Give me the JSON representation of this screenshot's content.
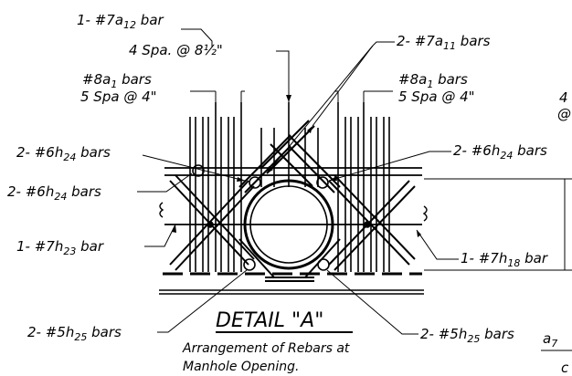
{
  "labels": {
    "top_bar": {
      "main": "1- #7a",
      "sub": "12",
      "tail": " bar"
    },
    "spacing_top": "4 Spa. @ 8½\"",
    "top_right": {
      "main": "2- #7a",
      "sub": "11",
      "tail": " bars"
    },
    "left_8a1": {
      "main": "#8a",
      "sub": "1",
      "tail": " bars"
    },
    "left_spa": "5 Spa @ 4\"",
    "right_8a1": {
      "main": "#8a",
      "sub": "1",
      "tail": " bars"
    },
    "right_spa": "5 Spa @ 4\"",
    "edge_a": "4",
    "edge_b": "@",
    "h24_left_upper": {
      "main": "2- #6h",
      "sub": "24",
      "tail": " bars"
    },
    "h24_right": {
      "main": "2- #6h",
      "sub": "24",
      "tail": " bars"
    },
    "h24_left_lower": {
      "main": "2- #6h",
      "sub": "24",
      "tail": " bars"
    },
    "h23_left": {
      "main": "1- #7h",
      "sub": "23",
      "tail": " bar"
    },
    "h18_right": {
      "main": "1- #7h",
      "sub": "18",
      "tail": " bar"
    },
    "h25_left": {
      "main": "2- #5h",
      "sub": "25",
      "tail": " bars"
    },
    "h25_right": {
      "main": "2- #5h",
      "sub": "25",
      "tail": " bars"
    },
    "a7": {
      "main": "a",
      "sub": "7"
    },
    "edge_c": "c",
    "title": "DETAIL \"A\"",
    "caption_1": "Arrangement of Rebars at",
    "caption_2": "Manhole Opening."
  }
}
